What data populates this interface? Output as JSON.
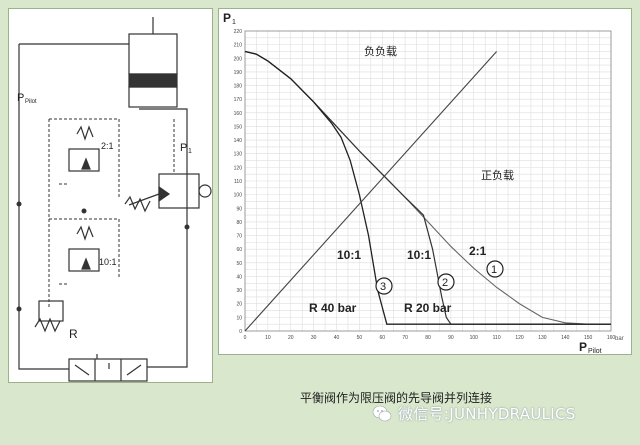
{
  "schematic": {
    "p_label": "P",
    "p_sub": "Pilot",
    "p1_label": "P",
    "p1_sub": "1",
    "valve_top_ratio": "2:1",
    "valve_bottom_ratio": "10:1",
    "relief_label": "R"
  },
  "chart": {
    "y_axis_symbol": "P",
    "y_axis_sub": "1",
    "x_axis_symbol": "P",
    "x_axis_sub": "Pilot",
    "x_unit": "bar",
    "region_negative_load": "负负载",
    "region_positive_load": "正负载",
    "curve_labels": [
      {
        "ratio": "10:1",
        "number": "3",
        "relief": "R 40 bar"
      },
      {
        "ratio": "10:1",
        "number": "2",
        "relief": "R 20 bar"
      },
      {
        "ratio": "2:1",
        "number": "1",
        "relief": ""
      }
    ]
  },
  "chart_data": {
    "type": "line",
    "xlim": [
      0,
      160
    ],
    "ylim": [
      0,
      220
    ],
    "x_ticks": [
      0,
      5,
      10,
      15,
      20,
      25,
      30,
      35,
      40,
      45,
      50,
      55,
      60,
      65,
      70,
      75,
      80,
      85,
      90,
      95,
      100,
      105,
      110,
      115,
      120,
      125,
      130,
      135,
      140,
      145,
      150,
      155,
      160
    ],
    "y_ticks": [
      0,
      5,
      10,
      15,
      20,
      25,
      30,
      35,
      40,
      45,
      50,
      55,
      60,
      65,
      70,
      75,
      80,
      85,
      90,
      95,
      100,
      105,
      110,
      115,
      120,
      125,
      130,
      135,
      140,
      145,
      150,
      155,
      160,
      165,
      170,
      175,
      180,
      185,
      190,
      195,
      200,
      205,
      210,
      215,
      220
    ],
    "x_tick_labels": [
      0,
      10,
      20,
      30,
      40,
      50,
      60,
      70,
      80,
      90,
      100,
      110,
      120,
      130,
      140,
      150,
      160
    ],
    "y_tick_labels": [
      0,
      10,
      20,
      30,
      40,
      50,
      60,
      70,
      80,
      90,
      100,
      110,
      120,
      130,
      140,
      150,
      160,
      170,
      180,
      190,
      200,
      210,
      220
    ],
    "grid": true,
    "series": [
      {
        "name": "1",
        "x": [
          0,
          5,
          10,
          20,
          30,
          40,
          50,
          60,
          70,
          80,
          90,
          100,
          110,
          120,
          130,
          140,
          150,
          160
        ],
        "y": [
          205,
          203,
          198,
          185,
          168,
          150,
          132,
          115,
          98,
          80,
          62,
          46,
          32,
          20,
          10,
          6,
          5,
          5
        ]
      },
      {
        "name": "2",
        "x": [
          0,
          5,
          10,
          20,
          30,
          40,
          50,
          60,
          70,
          78,
          82,
          86,
          88,
          90,
          100,
          110,
          120,
          140,
          160
        ],
        "y": [
          205,
          203,
          198,
          185,
          168,
          150,
          132,
          115,
          98,
          85,
          60,
          25,
          10,
          5,
          5,
          5,
          5,
          5,
          5
        ]
      },
      {
        "name": "3",
        "x": [
          0,
          5,
          10,
          20,
          30,
          38,
          42,
          46,
          50,
          54,
          58,
          62,
          70,
          90,
          120,
          160
        ],
        "y": [
          205,
          203,
          198,
          185,
          168,
          152,
          142,
          125,
          100,
          70,
          30,
          5,
          5,
          5,
          5,
          5
        ]
      },
      {
        "name": "",
        "x": [
          0,
          110
        ],
        "y": [
          0,
          205
        ]
      }
    ]
  },
  "caption": "平衡阀作为限压阀的先导阀并列连接",
  "watermark": {
    "text": "微信号:JUNHYDRAULICS"
  },
  "colors": {
    "background": "#d9e7cc",
    "panel_border": "#9fb08c",
    "grid": "#dedede",
    "ink": "#333333",
    "curve_red": "#cc2222"
  }
}
